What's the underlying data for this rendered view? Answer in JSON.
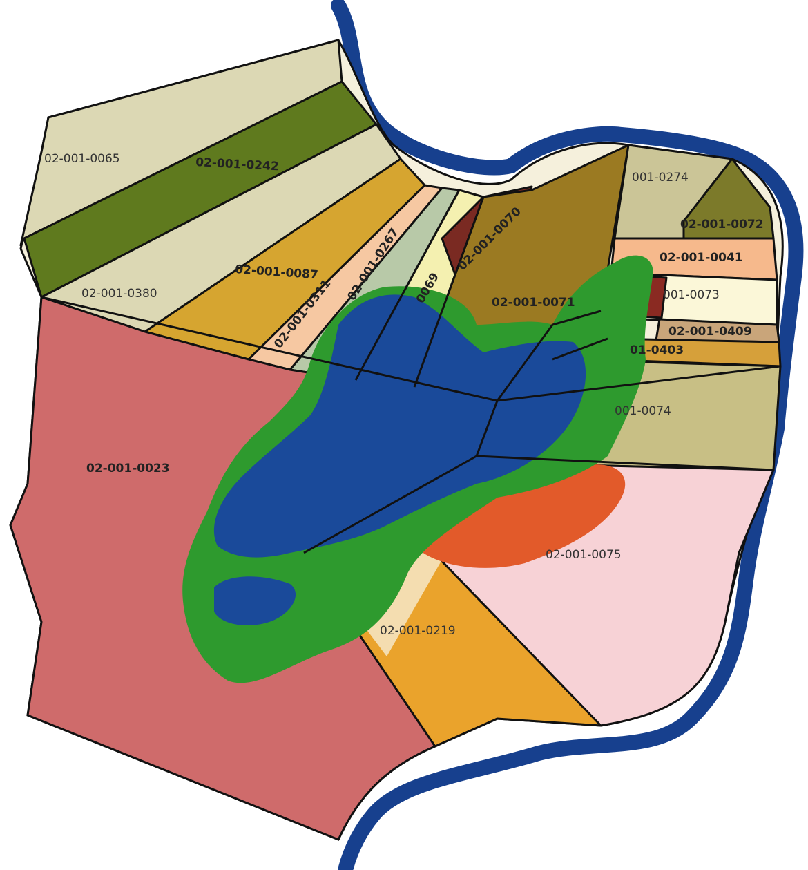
{
  "parcels": {
    "p0065": "02-001-0065",
    "p0242": "02-001-0242",
    "p0380": "02-001-0380",
    "p0087": "02-001-0087",
    "p0311": "02-001-0311",
    "p0267": "02-001-0267",
    "p0069": "0069",
    "p0070": "02-001-0070",
    "p0071": "02-001-0071",
    "p0274": "001-0274",
    "p0072": "02-001-0072",
    "p0041": "02-001-0041",
    "p0073": "001-0073",
    "p0409": "02-001-0409",
    "p0403": "01-0403",
    "p0074": "001-0074",
    "p0023": "02-001-0023",
    "p0075": "02-001-0075",
    "p0219": "02-001-0219"
  },
  "colors": {
    "river": "#17408e",
    "flood_core": "#1a4a9a",
    "flood_margin": "#2e9a2e",
    "hazard_orange": "#e25a2a",
    "parcel_pink": "#cf6b6b",
    "parcel_olive": "#5f7a1e",
    "parcel_khaki": "#dcd8b4",
    "parcel_gold": "#d6a530",
    "parcel_brown": "#9b7a22"
  }
}
